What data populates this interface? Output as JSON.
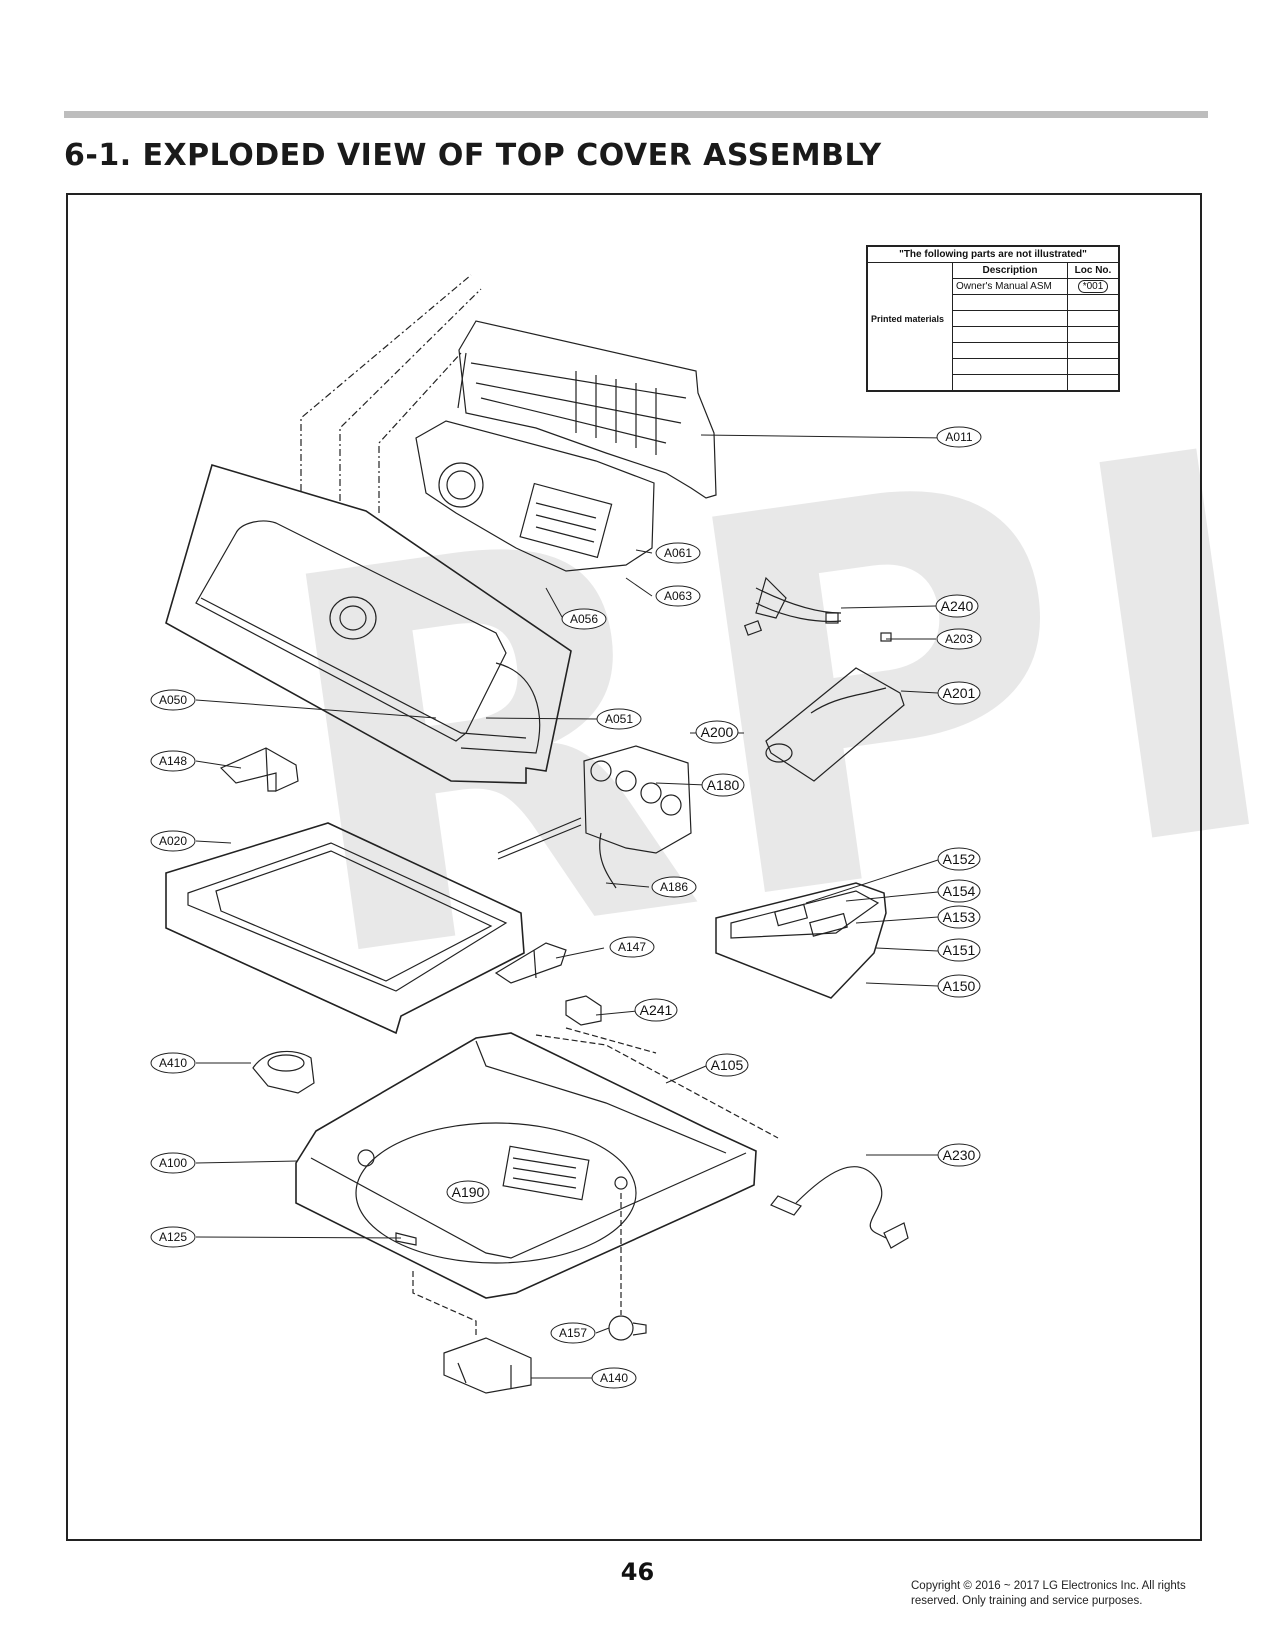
{
  "header": {
    "title": "6-1. EXPLODED VIEW OF TOP COVER ASSEMBLY"
  },
  "watermark": "RPI",
  "not_illustrated_table": {
    "heading": "\"The following parts are not illustrated\"",
    "col_description": "Description",
    "col_loc": "Loc No.",
    "group": "Printed materials",
    "rows": [
      {
        "description": "Owner's Manual ASM",
        "loc": "*001"
      }
    ]
  },
  "labels": [
    {
      "id": "A011",
      "text": "A011"
    },
    {
      "id": "A061",
      "text": "A061"
    },
    {
      "id": "A063",
      "text": "A063"
    },
    {
      "id": "A056",
      "text": "A056"
    },
    {
      "id": "A240",
      "text": "A240"
    },
    {
      "id": "A203",
      "text": "A203"
    },
    {
      "id": "A201",
      "text": "A201"
    },
    {
      "id": "A200",
      "text": "A200"
    },
    {
      "id": "A050",
      "text": "A050"
    },
    {
      "id": "A051",
      "text": "A051"
    },
    {
      "id": "A148",
      "text": "A148"
    },
    {
      "id": "A180",
      "text": "A180"
    },
    {
      "id": "A020",
      "text": "A020"
    },
    {
      "id": "A186",
      "text": "A186"
    },
    {
      "id": "A152",
      "text": "A152"
    },
    {
      "id": "A154",
      "text": "A154"
    },
    {
      "id": "A153",
      "text": "A153"
    },
    {
      "id": "A151",
      "text": "A151"
    },
    {
      "id": "A147",
      "text": "A147"
    },
    {
      "id": "A150",
      "text": "A150"
    },
    {
      "id": "A241",
      "text": "A241"
    },
    {
      "id": "A410",
      "text": "A410"
    },
    {
      "id": "A105",
      "text": "A105"
    },
    {
      "id": "A100",
      "text": "A100"
    },
    {
      "id": "A230",
      "text": "A230"
    },
    {
      "id": "A190",
      "text": "A190"
    },
    {
      "id": "A125",
      "text": "A125"
    },
    {
      "id": "A157",
      "text": "A157"
    },
    {
      "id": "A140",
      "text": "A140"
    }
  ],
  "footer": {
    "page_number": "46",
    "copyright": "Copyright © 2016 ~ 2017 LG Electronics Inc. All rights reserved. Only training and service purposes."
  }
}
